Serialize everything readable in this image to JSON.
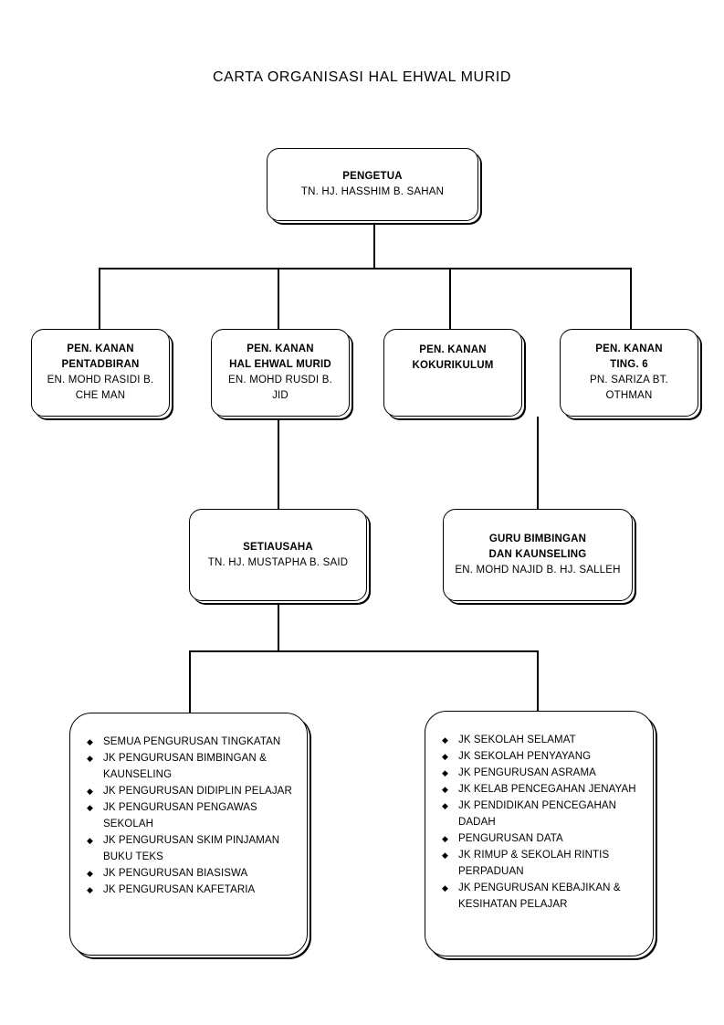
{
  "title": "CARTA ORGANISASI HAL EHWAL MURID",
  "bullet_glyph": "◆",
  "nodes": {
    "pengetua": {
      "role": "PENGETUA",
      "person": "TN. HJ. HASSHIM B. SAHAN"
    },
    "pentadbiran": {
      "role": "PEN. KANAN\nPENTADBIRAN",
      "person": "EN. MOHD RASIDI B.\nCHE MAN"
    },
    "hal_ehwal": {
      "role": "PEN. KANAN\nHAL EHWAL MURID",
      "person": "EN. MOHD RUSDI B.\nJID"
    },
    "kokurikulum": {
      "role": "PEN. KANAN\nKOKURIKULUM",
      "person": ""
    },
    "ting6": {
      "role": "PEN. KANAN\nTING. 6",
      "person": "PN. SARIZA BT.\nOTHMAN"
    },
    "setiausaha": {
      "role": "SETIAUSAHA",
      "person": "TN. HJ. MUSTAPHA B. SAID"
    },
    "bimbingan": {
      "role": "GURU BIMBINGAN\nDAN KAUNSELING",
      "person": "EN. MOHD NAJID B. HJ. SALLEH"
    }
  },
  "lists": {
    "left": [
      "SEMUA PENGURUSAN TINGKATAN",
      "JK PENGURUSAN BIMBINGAN & KAUNSELING",
      "JK PENGURUSAN DIDIPLIN PELAJAR",
      "JK PENGURUSAN PENGAWAS SEKOLAH",
      "JK PENGURUSAN SKIM PINJAMAN BUKU TEKS",
      "JK PENGURUSAN BIASISWA",
      "JK PENGURUSAN KAFETARIA"
    ],
    "right": [
      "JK SEKOLAH SELAMAT",
      "JK SEKOLAH PENYAYANG",
      "JK PENGURUSAN ASRAMA",
      "JK KELAB PENCEGAHAN JENAYAH",
      "JK PENDIDIKAN PENCEGAHAN DADAH",
      "PENGURUSAN DATA",
      "JK RIMUP & SEKOLAH RINTIS PERPADUAN",
      "JK PENGURUSAN KEBAJIKAN & KESIHATAN PELAJAR"
    ]
  },
  "colors": {
    "line": "#000000",
    "box_fill": "#ffffff",
    "text": "#000000"
  }
}
